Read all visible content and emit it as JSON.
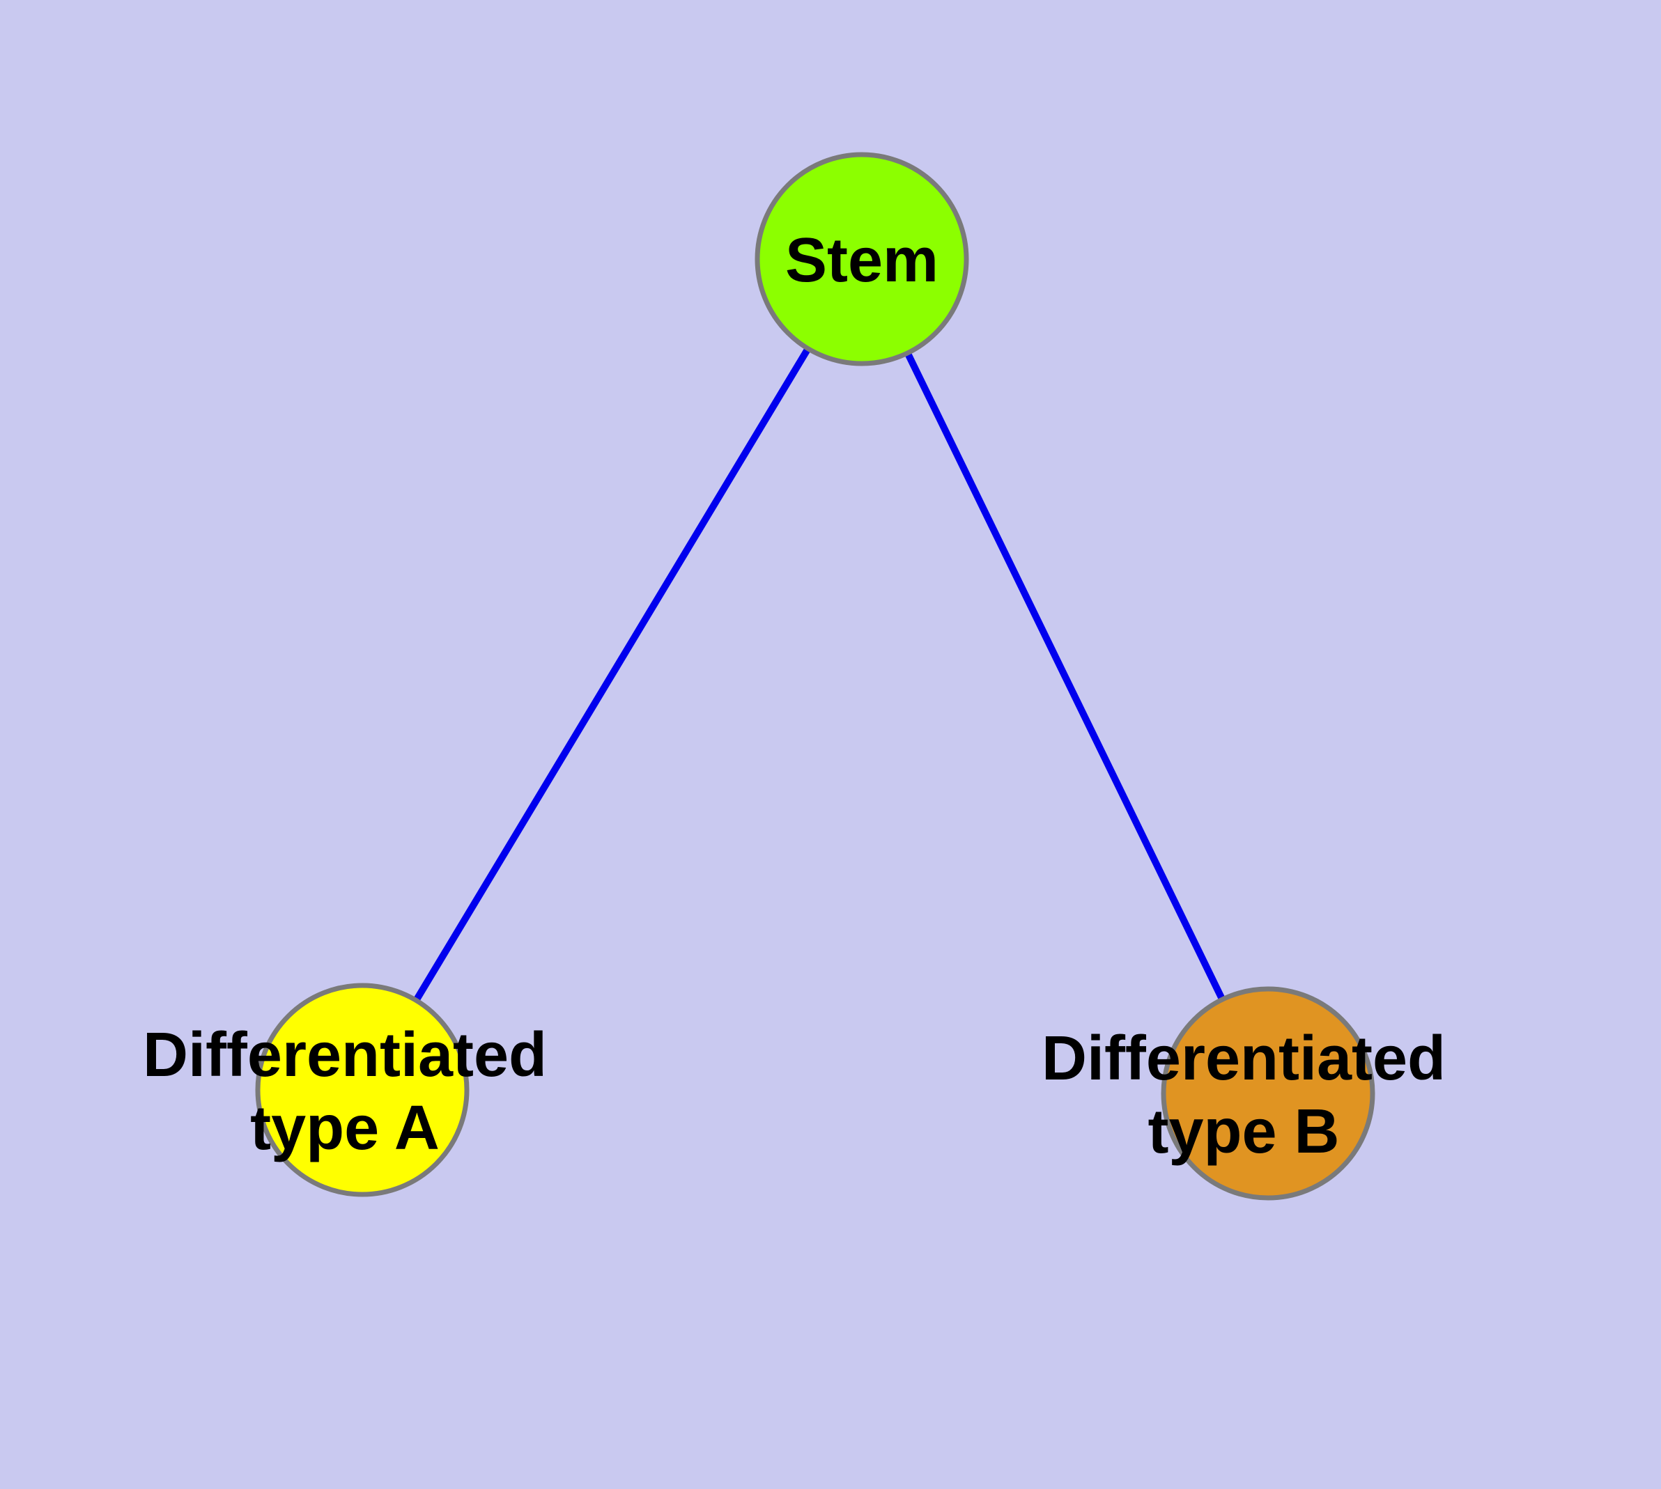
{
  "diagram": {
    "background_color": "#C9C9F0",
    "edge_color": "#0000EE",
    "node_border_color": "#7A7A7A",
    "label_color": "#000000",
    "nodes": [
      {
        "id": "stem",
        "label": "Stem",
        "fill": "#8CFF00"
      },
      {
        "id": "differentiated-type-a",
        "label_line1": "Differentiated",
        "label_line2": "type A",
        "fill": "#FFFF00"
      },
      {
        "id": "differentiated-type-b",
        "label_line1": "Differentiated",
        "label_line2": "type B",
        "fill": "#E09422"
      }
    ],
    "edges": [
      {
        "from": "stem",
        "to": "differentiated-type-a"
      },
      {
        "from": "stem",
        "to": "differentiated-type-b"
      }
    ]
  }
}
